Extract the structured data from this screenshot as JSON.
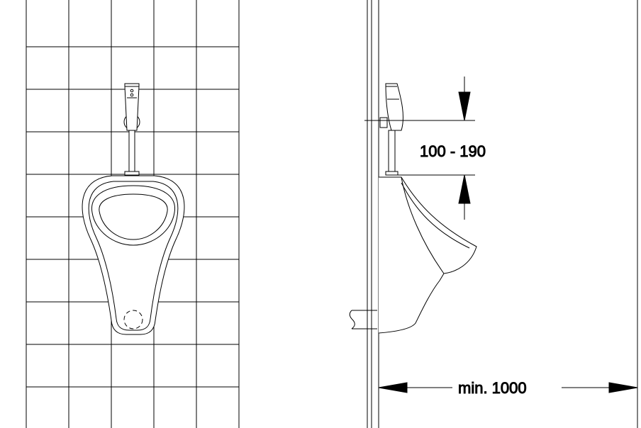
{
  "dimensions": {
    "flush_height": "100 - 190",
    "wall_clearance": "min. 1000"
  },
  "colors": {
    "line": "#000000",
    "background": "#ffffff"
  },
  "views": [
    "front-view",
    "side-view"
  ]
}
